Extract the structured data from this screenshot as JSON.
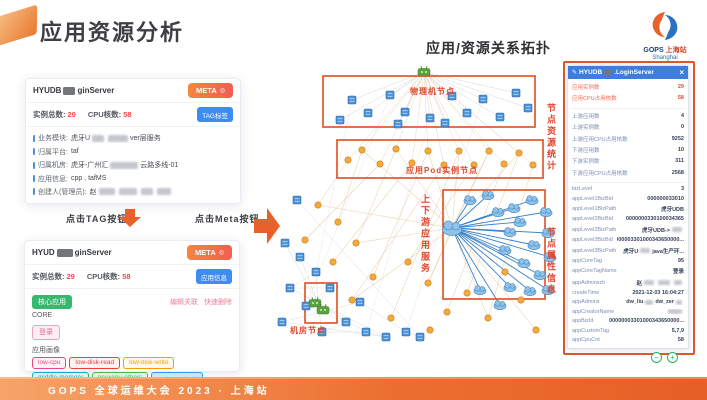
{
  "title": "应用资源分析",
  "topo_title": "应用/资源关系拓扑",
  "footer": "GOPS 全球运维大会 2023 · 上海站",
  "logo": {
    "name": "GOPS ",
    "region": "上海站",
    "city": "Shanghai"
  },
  "arrows": {
    "tag": "点击TAG按钮",
    "meta": "点击Meta按钮"
  },
  "topology": {
    "physical": "物理机节点",
    "pod": "应用Pod实例节点",
    "updown": "上下游应用服务",
    "idc": "机房节点",
    "side_top": "节点资源统计",
    "side_bottom": "节点属性信息"
  },
  "card1": {
    "title_segments": [
      {
        "t": "HYUDB"
      },
      {
        "r": 12,
        "dark": true
      },
      {
        "t": "ginServer"
      }
    ],
    "meta_button": "META",
    "stats": [
      {
        "label": "实例总数:",
        "value": "29"
      },
      {
        "label": "CPU核数:",
        "value": "58"
      }
    ],
    "tag_button": "TAG标签",
    "fields": [
      {
        "label": "业务模块:",
        "segments": [
          {
            "t": "虎牙U"
          },
          {
            "r": 12
          },
          {
            "r": 20
          },
          {
            "t": "ver层服务"
          }
        ]
      },
      {
        "label": "归属平台:",
        "segments": [
          {
            "t": "taf"
          }
        ]
      },
      {
        "label": "归属机房:",
        "segments": [
          {
            "t": "虎牙-广州汇"
          },
          {
            "r": 28
          },
          {
            "t": "云路多线-01"
          }
        ]
      },
      {
        "label": "应用信息:",
        "segments": [
          {
            "t": "cpp , tafMS"
          }
        ]
      },
      {
        "label": "创建人(管理员):",
        "segments": [
          {
            "t": "赵"
          },
          {
            "r": 16
          },
          {
            "r": 18
          },
          {
            "r": 12
          },
          {
            "r": 14
          }
        ]
      }
    ]
  },
  "card2": {
    "title_segments": [
      {
        "t": "HYUD"
      },
      {
        "r": 16,
        "dark": true
      },
      {
        "t": "ginServer"
      }
    ],
    "meta_button": "META",
    "stats": [
      {
        "label": "实例总数:",
        "value": "29"
      },
      {
        "label": "CPU核数:",
        "value": "58"
      }
    ],
    "info_button": "应用信息",
    "core_tag": "核心应用",
    "links": [
      "编辑关联",
      "快速删除"
    ],
    "core_label": "CORE",
    "login_tag": "登录",
    "profile_label": "应用画像",
    "profile_tags": [
      {
        "label": "low-cpu",
        "color": "#e64980"
      },
      {
        "label": "low-disk-read",
        "color": "#f03e3e"
      },
      {
        "label": "low-disk-write",
        "color": "#f59f00"
      },
      {
        "label": "middle-memory",
        "color": "#15aabf"
      },
      {
        "label": "pcuxcpu-others",
        "color": "#51b64b"
      },
      {
        "label": "观众PCU相关",
        "color": "#339af0",
        "filled": true
      }
    ]
  },
  "panel": {
    "title_segments": [
      {
        "t": "HYUDB"
      },
      {
        "r": 8,
        "dark": true
      },
      {
        "t": ".LoginServer"
      }
    ],
    "rows": [
      {
        "label": "应用实例数",
        "value": "29",
        "hl": true
      },
      {
        "label": "应用CPU占用核数",
        "value": "58",
        "hl": true
      },
      {
        "label": "上游应用数",
        "value": "4",
        "gap": true
      },
      {
        "label": "上游实例数",
        "value": "0"
      },
      {
        "label": "上游应用CPU占用核数",
        "value": "9252"
      },
      {
        "label": "下游应用数",
        "value": "10"
      },
      {
        "label": "下游实例数",
        "value": "311"
      },
      {
        "label": "下游应用CPU占用核数",
        "value": "2568"
      },
      {
        "label": "bizLevel",
        "value": "3",
        "gap": true
      },
      {
        "label": "appLevel1BizBid",
        "value": "000000033010"
      },
      {
        "label": "appLevel1BizPath",
        "value": "虎牙UDB"
      },
      {
        "label": "appLevel2BizBid",
        "value": "0000000330100034365"
      },
      {
        "label": "appLevel2BizPath",
        "segments": [
          {
            "t": "虎牙UDB->"
          },
          {
            "r": 10
          }
        ]
      },
      {
        "label": "appLevel3BizBid",
        "value": "00000003301000343650000..."
      },
      {
        "label": "appLevel3BizPath",
        "segments": [
          {
            "t": "虎牙U"
          },
          {
            "r": 10
          },
          {
            "t": "java生产环..."
          }
        ]
      },
      {
        "label": "appCoreTag",
        "value": "95"
      },
      {
        "label": "appCoreTagName",
        "value": "登录"
      },
      {
        "label": "appAdminszh",
        "segments": [
          {
            "t": "赵"
          },
          {
            "r": 10
          },
          {
            "r": 12
          },
          {
            "r": 8
          }
        ]
      },
      {
        "label": "createTime",
        "value": "2021-12-03 16:04:27"
      },
      {
        "label": "appAdmins",
        "segments": [
          {
            "t": "dw_liu"
          },
          {
            "r": 8
          },
          {
            "t": "dw_zer"
          },
          {
            "r": 6
          }
        ]
      },
      {
        "label": "appCreatorName",
        "segments": [
          {
            "r": 14
          }
        ]
      },
      {
        "label": "appBizId",
        "value": "00000003301000343650000..."
      },
      {
        "label": "appCustomTag",
        "value": "5,7,9"
      },
      {
        "label": "appCpuCnt",
        "value": "58"
      }
    ]
  },
  "icons": {
    "close": "×",
    "edit": "✎",
    "minus": "−",
    "plus": "+",
    "meta_badge": "◎"
  },
  "colors": {
    "accent_orange": "#e8612c",
    "annotation_red": "#e0452c",
    "panel_header_blue": "#3e7ce0",
    "button_blue": "#3f8cf0",
    "meta_gradient_start": "#f8853c",
    "meta_gradient_end": "#f25d52",
    "value_red": "#ee4b4b",
    "tag_green": "#35b96e",
    "node_blue": "#4e93d9",
    "node_orange": "#f3a93c",
    "node_green": "#58a33d",
    "cloud_blue": "#8fc3ea",
    "edge_blue": "#2d7bc8"
  }
}
